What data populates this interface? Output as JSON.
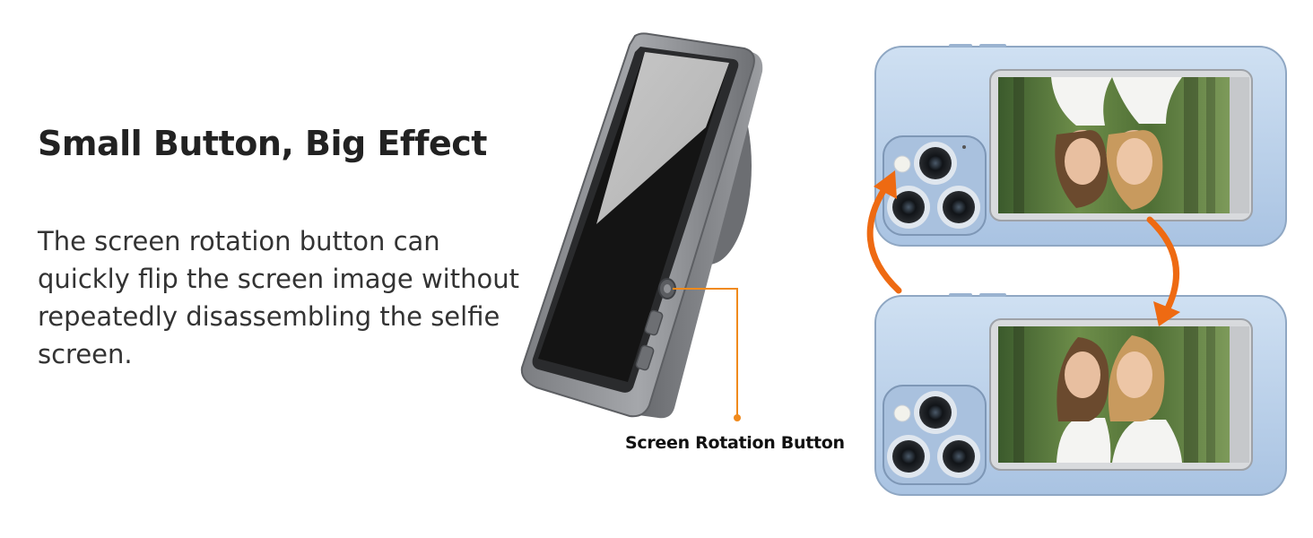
{
  "headline": "Small Button, Big Effect",
  "description": "The screen rotation button can quickly flip the screen image without repeatedly disassembling the selfie screen.",
  "callout": {
    "label": "Screen Rotation Button"
  },
  "colors": {
    "accent_orange": "#ee6a12",
    "callout_orange": "#f08a1c",
    "phone_blue": "#bcd3ec",
    "device_gray": "#8e9094",
    "screen_black": "#141414"
  },
  "icons": [
    "selfie-screen-device",
    "rotation-button",
    "phone-back",
    "camera-lens",
    "rotation-arrow"
  ]
}
